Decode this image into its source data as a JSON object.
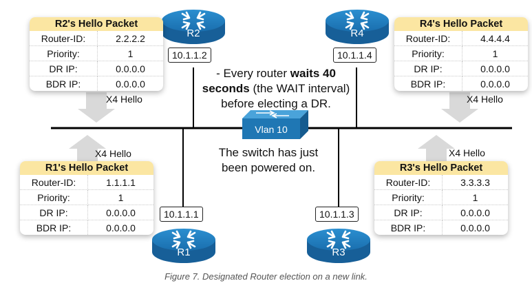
{
  "colors": {
    "router_blue": "#1f77b4",
    "switch_blue": "#2a82bf",
    "header_yellow": "#fbe6a2",
    "arrow_gray": "#d9d9d9",
    "line_black": "#000000"
  },
  "routers": [
    {
      "id": "R2",
      "label": "R2",
      "ip": "10.1.1.2"
    },
    {
      "id": "R4",
      "label": "R4",
      "ip": "10.1.1.4"
    },
    {
      "id": "R1",
      "label": "R1",
      "ip": "10.1.1.1"
    },
    {
      "id": "R3",
      "label": "R3",
      "ip": "10.1.1.3"
    }
  ],
  "switch": {
    "label": "Vlan 10",
    "icon": "switch-icon"
  },
  "packets": {
    "r2": {
      "title": "R2's Hello Packet",
      "rows": [
        {
          "k": "Router-ID:",
          "v": "2.2.2.2"
        },
        {
          "k": "Priority:",
          "v": "1"
        },
        {
          "k": "DR IP:",
          "v": "0.0.0.0"
        },
        {
          "k": "BDR IP:",
          "v": "0.0.0.0"
        }
      ]
    },
    "r4": {
      "title": "R4's Hello Packet",
      "rows": [
        {
          "k": "Router-ID:",
          "v": "4.4.4.4"
        },
        {
          "k": "Priority:",
          "v": "1"
        },
        {
          "k": "DR IP:",
          "v": "0.0.0.0"
        },
        {
          "k": "BDR IP:",
          "v": "0.0.0.0"
        }
      ]
    },
    "r1": {
      "title": "R1's Hello Packet",
      "rows": [
        {
          "k": "Router-ID:",
          "v": "1.1.1.1"
        },
        {
          "k": "Priority:",
          "v": "1"
        },
        {
          "k": "DR IP:",
          "v": "0.0.0.0"
        },
        {
          "k": "BDR IP:",
          "v": "0.0.0.0"
        }
      ]
    },
    "r3": {
      "title": "R3's Hello Packet",
      "rows": [
        {
          "k": "Router-ID:",
          "v": "3.3.3.3"
        },
        {
          "k": "Priority:",
          "v": "1"
        },
        {
          "k": "DR IP:",
          "v": "0.0.0.0"
        },
        {
          "k": "BDR IP:",
          "v": "0.0.0.0"
        }
      ]
    }
  },
  "hello_labels": {
    "r2": "X4 Hello",
    "r4": "X4 Hello",
    "r1": "X4 Hello",
    "r3": "X4 Hello"
  },
  "notes": {
    "wait": {
      "prefix": "- Every router ",
      "bold": "waits 40 seconds",
      "mid": " (the WAIT interval)",
      "end": "before electing a DR."
    },
    "switch_line1": "The switch has just",
    "switch_line2": "been powered on."
  },
  "caption": "Figure 7. Designated Router election on a new link."
}
